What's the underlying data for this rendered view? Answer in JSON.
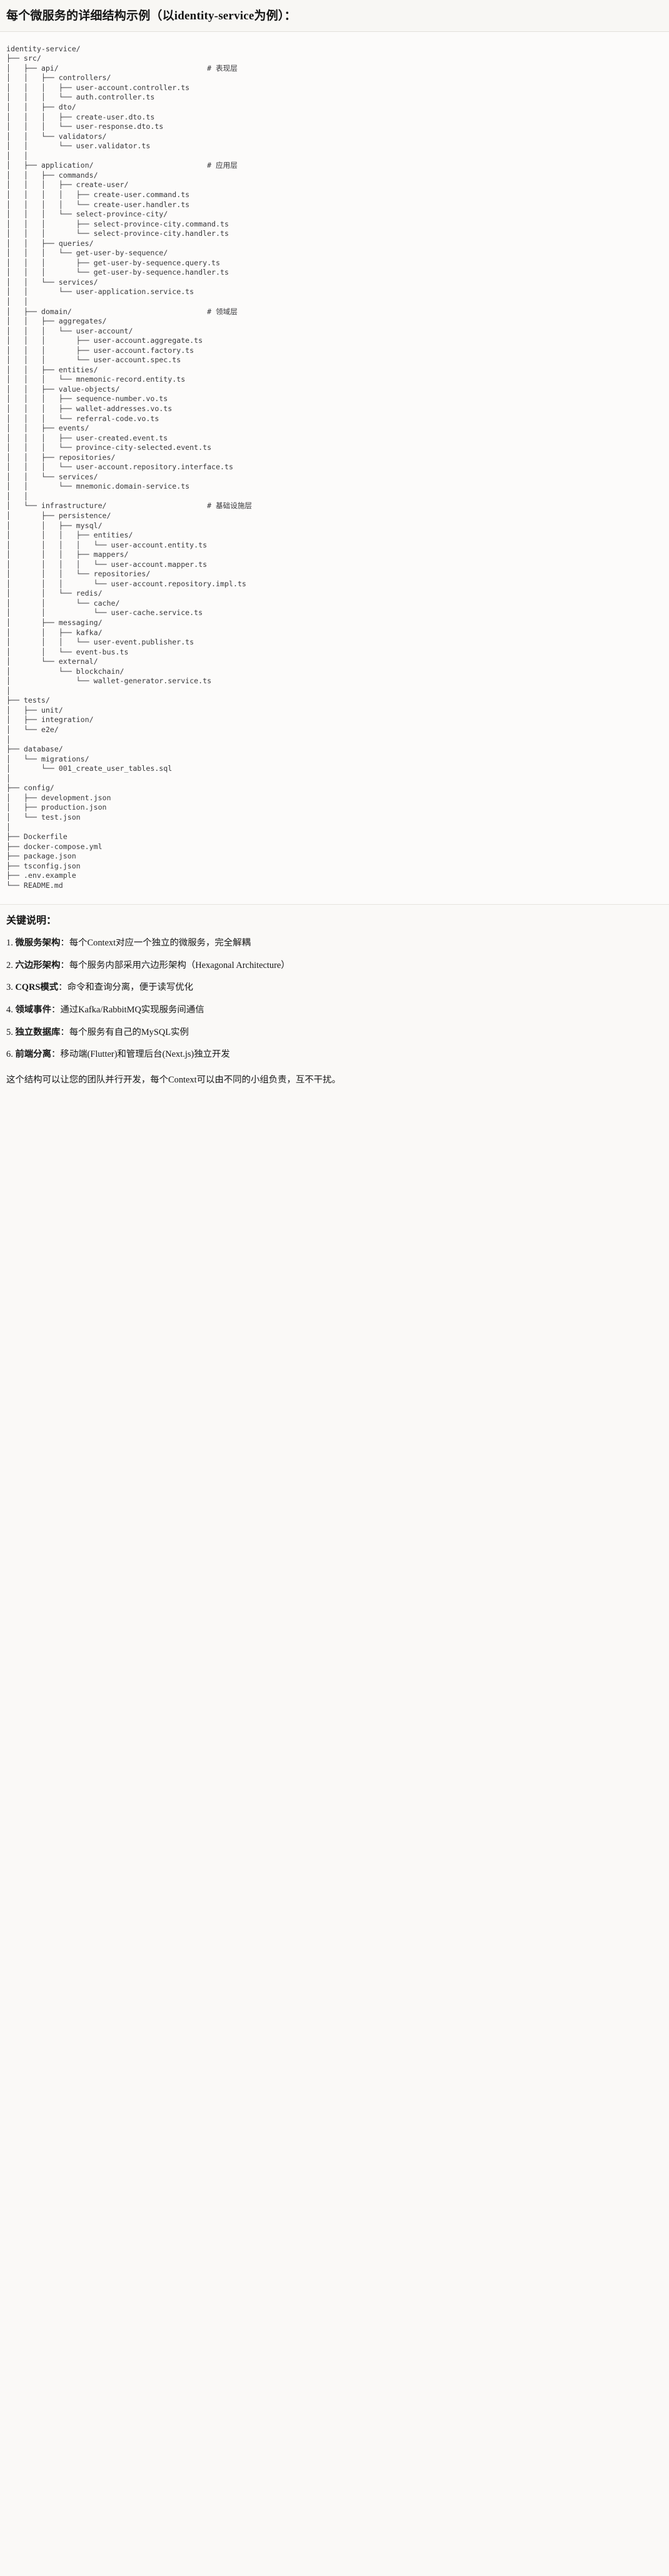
{
  "header": {
    "title": "每个微服务的详细结构示例（以identity-service为例）："
  },
  "tree": {
    "root": "identity-service/",
    "lines": [
      {
        "prefix": "",
        "name": "identity-service/",
        "comment": ""
      },
      {
        "prefix": "├── ",
        "name": "src/",
        "comment": ""
      },
      {
        "prefix": "│   ├── ",
        "name": "api/",
        "comment": "# 表现层"
      },
      {
        "prefix": "│   │   ├── ",
        "name": "controllers/",
        "comment": ""
      },
      {
        "prefix": "│   │   │   ├── ",
        "name": "user-account.controller.ts",
        "comment": ""
      },
      {
        "prefix": "│   │   │   └── ",
        "name": "auth.controller.ts",
        "comment": ""
      },
      {
        "prefix": "│   │   ├── ",
        "name": "dto/",
        "comment": ""
      },
      {
        "prefix": "│   │   │   ├── ",
        "name": "create-user.dto.ts",
        "comment": ""
      },
      {
        "prefix": "│   │   │   └── ",
        "name": "user-response.dto.ts",
        "comment": ""
      },
      {
        "prefix": "│   │   └── ",
        "name": "validators/",
        "comment": ""
      },
      {
        "prefix": "│   │       └── ",
        "name": "user.validator.ts",
        "comment": ""
      },
      {
        "prefix": "│   │",
        "name": "",
        "comment": ""
      },
      {
        "prefix": "│   ├── ",
        "name": "application/",
        "comment": "# 应用层"
      },
      {
        "prefix": "│   │   ├── ",
        "name": "commands/",
        "comment": ""
      },
      {
        "prefix": "│   │   │   ├── ",
        "name": "create-user/",
        "comment": ""
      },
      {
        "prefix": "│   │   │   │   ├── ",
        "name": "create-user.command.ts",
        "comment": ""
      },
      {
        "prefix": "│   │   │   │   └── ",
        "name": "create-user.handler.ts",
        "comment": ""
      },
      {
        "prefix": "│   │   │   └── ",
        "name": "select-province-city/",
        "comment": ""
      },
      {
        "prefix": "│   │   │       ├── ",
        "name": "select-province-city.command.ts",
        "comment": ""
      },
      {
        "prefix": "│   │   │       └── ",
        "name": "select-province-city.handler.ts",
        "comment": ""
      },
      {
        "prefix": "│   │   ├── ",
        "name": "queries/",
        "comment": ""
      },
      {
        "prefix": "│   │   │   └── ",
        "name": "get-user-by-sequence/",
        "comment": ""
      },
      {
        "prefix": "│   │   │       ├── ",
        "name": "get-user-by-sequence.query.ts",
        "comment": ""
      },
      {
        "prefix": "│   │   │       └── ",
        "name": "get-user-by-sequence.handler.ts",
        "comment": ""
      },
      {
        "prefix": "│   │   └── ",
        "name": "services/",
        "comment": ""
      },
      {
        "prefix": "│   │       └── ",
        "name": "user-application.service.ts",
        "comment": ""
      },
      {
        "prefix": "│   │",
        "name": "",
        "comment": ""
      },
      {
        "prefix": "│   ├── ",
        "name": "domain/",
        "comment": "# 领域层"
      },
      {
        "prefix": "│   │   ├── ",
        "name": "aggregates/",
        "comment": ""
      },
      {
        "prefix": "│   │   │   └── ",
        "name": "user-account/",
        "comment": ""
      },
      {
        "prefix": "│   │   │       ├── ",
        "name": "user-account.aggregate.ts",
        "comment": ""
      },
      {
        "prefix": "│   │   │       ├── ",
        "name": "user-account.factory.ts",
        "comment": ""
      },
      {
        "prefix": "│   │   │       └── ",
        "name": "user-account.spec.ts",
        "comment": ""
      },
      {
        "prefix": "│   │   ├── ",
        "name": "entities/",
        "comment": ""
      },
      {
        "prefix": "│   │   │   └── ",
        "name": "mnemonic-record.entity.ts",
        "comment": ""
      },
      {
        "prefix": "│   │   ├── ",
        "name": "value-objects/",
        "comment": ""
      },
      {
        "prefix": "│   │   │   ├── ",
        "name": "sequence-number.vo.ts",
        "comment": ""
      },
      {
        "prefix": "│   │   │   ├── ",
        "name": "wallet-addresses.vo.ts",
        "comment": ""
      },
      {
        "prefix": "│   │   │   └── ",
        "name": "referral-code.vo.ts",
        "comment": ""
      },
      {
        "prefix": "│   │   ├── ",
        "name": "events/",
        "comment": ""
      },
      {
        "prefix": "│   │   │   ├── ",
        "name": "user-created.event.ts",
        "comment": ""
      },
      {
        "prefix": "│   │   │   └── ",
        "name": "province-city-selected.event.ts",
        "comment": ""
      },
      {
        "prefix": "│   │   ├── ",
        "name": "repositories/",
        "comment": ""
      },
      {
        "prefix": "│   │   │   └── ",
        "name": "user-account.repository.interface.ts",
        "comment": ""
      },
      {
        "prefix": "│   │   └── ",
        "name": "services/",
        "comment": ""
      },
      {
        "prefix": "│   │       └── ",
        "name": "mnemonic.domain-service.ts",
        "comment": ""
      },
      {
        "prefix": "│   │",
        "name": "",
        "comment": ""
      },
      {
        "prefix": "│   └── ",
        "name": "infrastructure/",
        "comment": "# 基础设施层"
      },
      {
        "prefix": "│       ├── ",
        "name": "persistence/",
        "comment": ""
      },
      {
        "prefix": "│       │   ├── ",
        "name": "mysql/",
        "comment": ""
      },
      {
        "prefix": "│       │   │   ├── ",
        "name": "entities/",
        "comment": ""
      },
      {
        "prefix": "│       │   │   │   └── ",
        "name": "user-account.entity.ts",
        "comment": ""
      },
      {
        "prefix": "│       │   │   ├── ",
        "name": "mappers/",
        "comment": ""
      },
      {
        "prefix": "│       │   │   │   └── ",
        "name": "user-account.mapper.ts",
        "comment": ""
      },
      {
        "prefix": "│       │   │   └── ",
        "name": "repositories/",
        "comment": ""
      },
      {
        "prefix": "│       │   │       └── ",
        "name": "user-account.repository.impl.ts",
        "comment": ""
      },
      {
        "prefix": "│       │   └── ",
        "name": "redis/",
        "comment": ""
      },
      {
        "prefix": "│       │       └── ",
        "name": "cache/",
        "comment": ""
      },
      {
        "prefix": "│       │           └── ",
        "name": "user-cache.service.ts",
        "comment": ""
      },
      {
        "prefix": "│       ├── ",
        "name": "messaging/",
        "comment": ""
      },
      {
        "prefix": "│       │   ├── ",
        "name": "kafka/",
        "comment": ""
      },
      {
        "prefix": "│       │   │   └── ",
        "name": "user-event.publisher.ts",
        "comment": ""
      },
      {
        "prefix": "│       │   └── ",
        "name": "event-bus.ts",
        "comment": ""
      },
      {
        "prefix": "│       └── ",
        "name": "external/",
        "comment": ""
      },
      {
        "prefix": "│           └── ",
        "name": "blockchain/",
        "comment": ""
      },
      {
        "prefix": "│               └── ",
        "name": "wallet-generator.service.ts",
        "comment": ""
      },
      {
        "prefix": "│",
        "name": "",
        "comment": ""
      },
      {
        "prefix": "├── ",
        "name": "tests/",
        "comment": ""
      },
      {
        "prefix": "│   ├── ",
        "name": "unit/",
        "comment": ""
      },
      {
        "prefix": "│   ├── ",
        "name": "integration/",
        "comment": ""
      },
      {
        "prefix": "│   └── ",
        "name": "e2e/",
        "comment": ""
      },
      {
        "prefix": "│",
        "name": "",
        "comment": ""
      },
      {
        "prefix": "├── ",
        "name": "database/",
        "comment": ""
      },
      {
        "prefix": "│   └── ",
        "name": "migrations/",
        "comment": ""
      },
      {
        "prefix": "│       └── ",
        "name": "001_create_user_tables.sql",
        "comment": ""
      },
      {
        "prefix": "│",
        "name": "",
        "comment": ""
      },
      {
        "prefix": "├── ",
        "name": "config/",
        "comment": ""
      },
      {
        "prefix": "│   ├── ",
        "name": "development.json",
        "comment": ""
      },
      {
        "prefix": "│   ├── ",
        "name": "production.json",
        "comment": ""
      },
      {
        "prefix": "│   └── ",
        "name": "test.json",
        "comment": ""
      },
      {
        "prefix": "│",
        "name": "",
        "comment": ""
      },
      {
        "prefix": "├── ",
        "name": "Dockerfile",
        "comment": ""
      },
      {
        "prefix": "├── ",
        "name": "docker-compose.yml",
        "comment": ""
      },
      {
        "prefix": "├── ",
        "name": "package.json",
        "comment": ""
      },
      {
        "prefix": "├── ",
        "name": "tsconfig.json",
        "comment": ""
      },
      {
        "prefix": "├── ",
        "name": ".env.example",
        "comment": ""
      },
      {
        "prefix": "└── ",
        "name": "README.md",
        "comment": ""
      }
    ],
    "comment_column": 46
  },
  "notes": {
    "title": "关键说明：",
    "items": [
      {
        "num": "1.",
        "term": "微服务架构",
        "sep": "：",
        "text": "每个Context对应一个独立的微服务，完全解耦"
      },
      {
        "num": "2.",
        "term": "六边形架构",
        "sep": "：",
        "text": "每个服务内部采用六边形架构（Hexagonal Architecture）"
      },
      {
        "num": "3.",
        "term": "CQRS模式",
        "sep": "：",
        "text": "命令和查询分离，便于读写优化"
      },
      {
        "num": "4.",
        "term": "领域事件",
        "sep": "：",
        "text": "通过Kafka/RabbitMQ实现服务间通信"
      },
      {
        "num": "5.",
        "term": "独立数据库",
        "sep": "：",
        "text": "每个服务有自己的MySQL实例"
      },
      {
        "num": "6.",
        "term": "前端分离",
        "sep": "：",
        "text": "移动端(Flutter)和管理后台(Next.js)独立开发"
      }
    ],
    "closing": "这个结构可以让您的团队并行开发，每个Context可以由不同的小组负责，互不干扰。"
  },
  "colors": {
    "page_background": "#faf9f7",
    "code_background": "#fcfbfa",
    "text": "#1b1b1b",
    "code_text": "#37373a",
    "divider": "#e6e3de"
  }
}
